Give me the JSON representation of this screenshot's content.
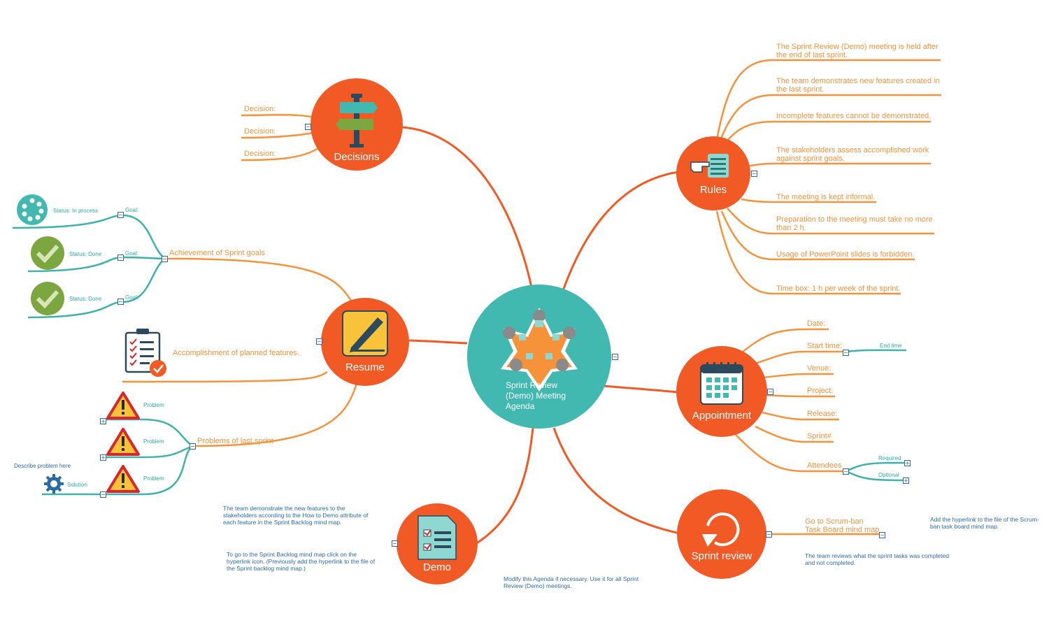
{
  "center": {
    "title_lines": [
      "Sprint Review",
      "(Demo) Meeting",
      "Agenda"
    ]
  },
  "nodes": {
    "decisions": {
      "title": "Decisions",
      "items": [
        "Decision:",
        "Decision:",
        "Decision:"
      ]
    },
    "rules": {
      "title": "Rules",
      "items": [
        [
          "The Sprint Review (Demo) meeting is held after",
          "the end of last sprint."
        ],
        [
          "The team demonstrates new features created in",
          "the last sprint."
        ],
        [
          "Incomplete features cannot be demonstrated."
        ],
        [
          "The stakeholders assess accomplished work",
          "against sprint goals."
        ],
        [
          "The meeting is kept informal."
        ],
        [
          "Preparation to the meeting must take no more",
          "than 2 h."
        ],
        [
          "Usage of PowerPoint slides is forbidden."
        ],
        [
          "Time box: 1 h per week of the sprint."
        ]
      ]
    },
    "resume": {
      "title": "Resume",
      "achievement": "Achievement of Sprint goals",
      "goals": [
        {
          "label": "Goal:",
          "status": "Status: In process",
          "icon": "in-process-icon"
        },
        {
          "label": "Goal:",
          "status": "Status: Done",
          "icon": "done-check-icon"
        },
        {
          "label": "Goal:",
          "status": "Status: Done",
          "icon": "done-check-icon"
        }
      ],
      "accomplishment": "Accomplishment of planned features.",
      "problems_title": "Problems of last sprint",
      "problems": [
        "Problem",
        "Problem",
        "Problem"
      ],
      "describe": "Describe problem here",
      "solution": "Solution"
    },
    "appointment": {
      "title": "Appointment",
      "items": [
        "Date:",
        "Start time:",
        "Venue:",
        "Project:",
        "Release:",
        "Sprint#",
        "Attendees"
      ],
      "end_time": "End time",
      "required": "Required",
      "optional": "Optional"
    },
    "demo": {
      "title": "Demo",
      "note1": "The team demonstrate the new features to the stakeholders according to the How to Demo attribute of each feature in the Sprint Backlog mind map.",
      "note2": "To go to the Sprint Backlog mind map click on the hyperlink icon. (Previously add the hyperlink to the file of the Sprint backlog mind map.)"
    },
    "sprint_review": {
      "title": "Sprint review",
      "goto_lines": [
        "Go to Scrum-ban",
        "Task Board mind map"
      ],
      "note_hyperlink": "Add the hyperlink to the file of the Scrum-ban task board mind map.",
      "note_reviews": "The team reviews what the sprint tasks was completed and not completed."
    }
  },
  "footer_note": "Modify this Agenda if necessary. Use it for all Sprint Review (Demo) meetings.",
  "colors": {
    "orange_node": "#f15a24",
    "orange_line": "#f5923a",
    "teal": "#42b9b0",
    "teal_line": "#3bb3ac",
    "blue_text": "#2c6aa6",
    "check_green": "#7ba640"
  }
}
